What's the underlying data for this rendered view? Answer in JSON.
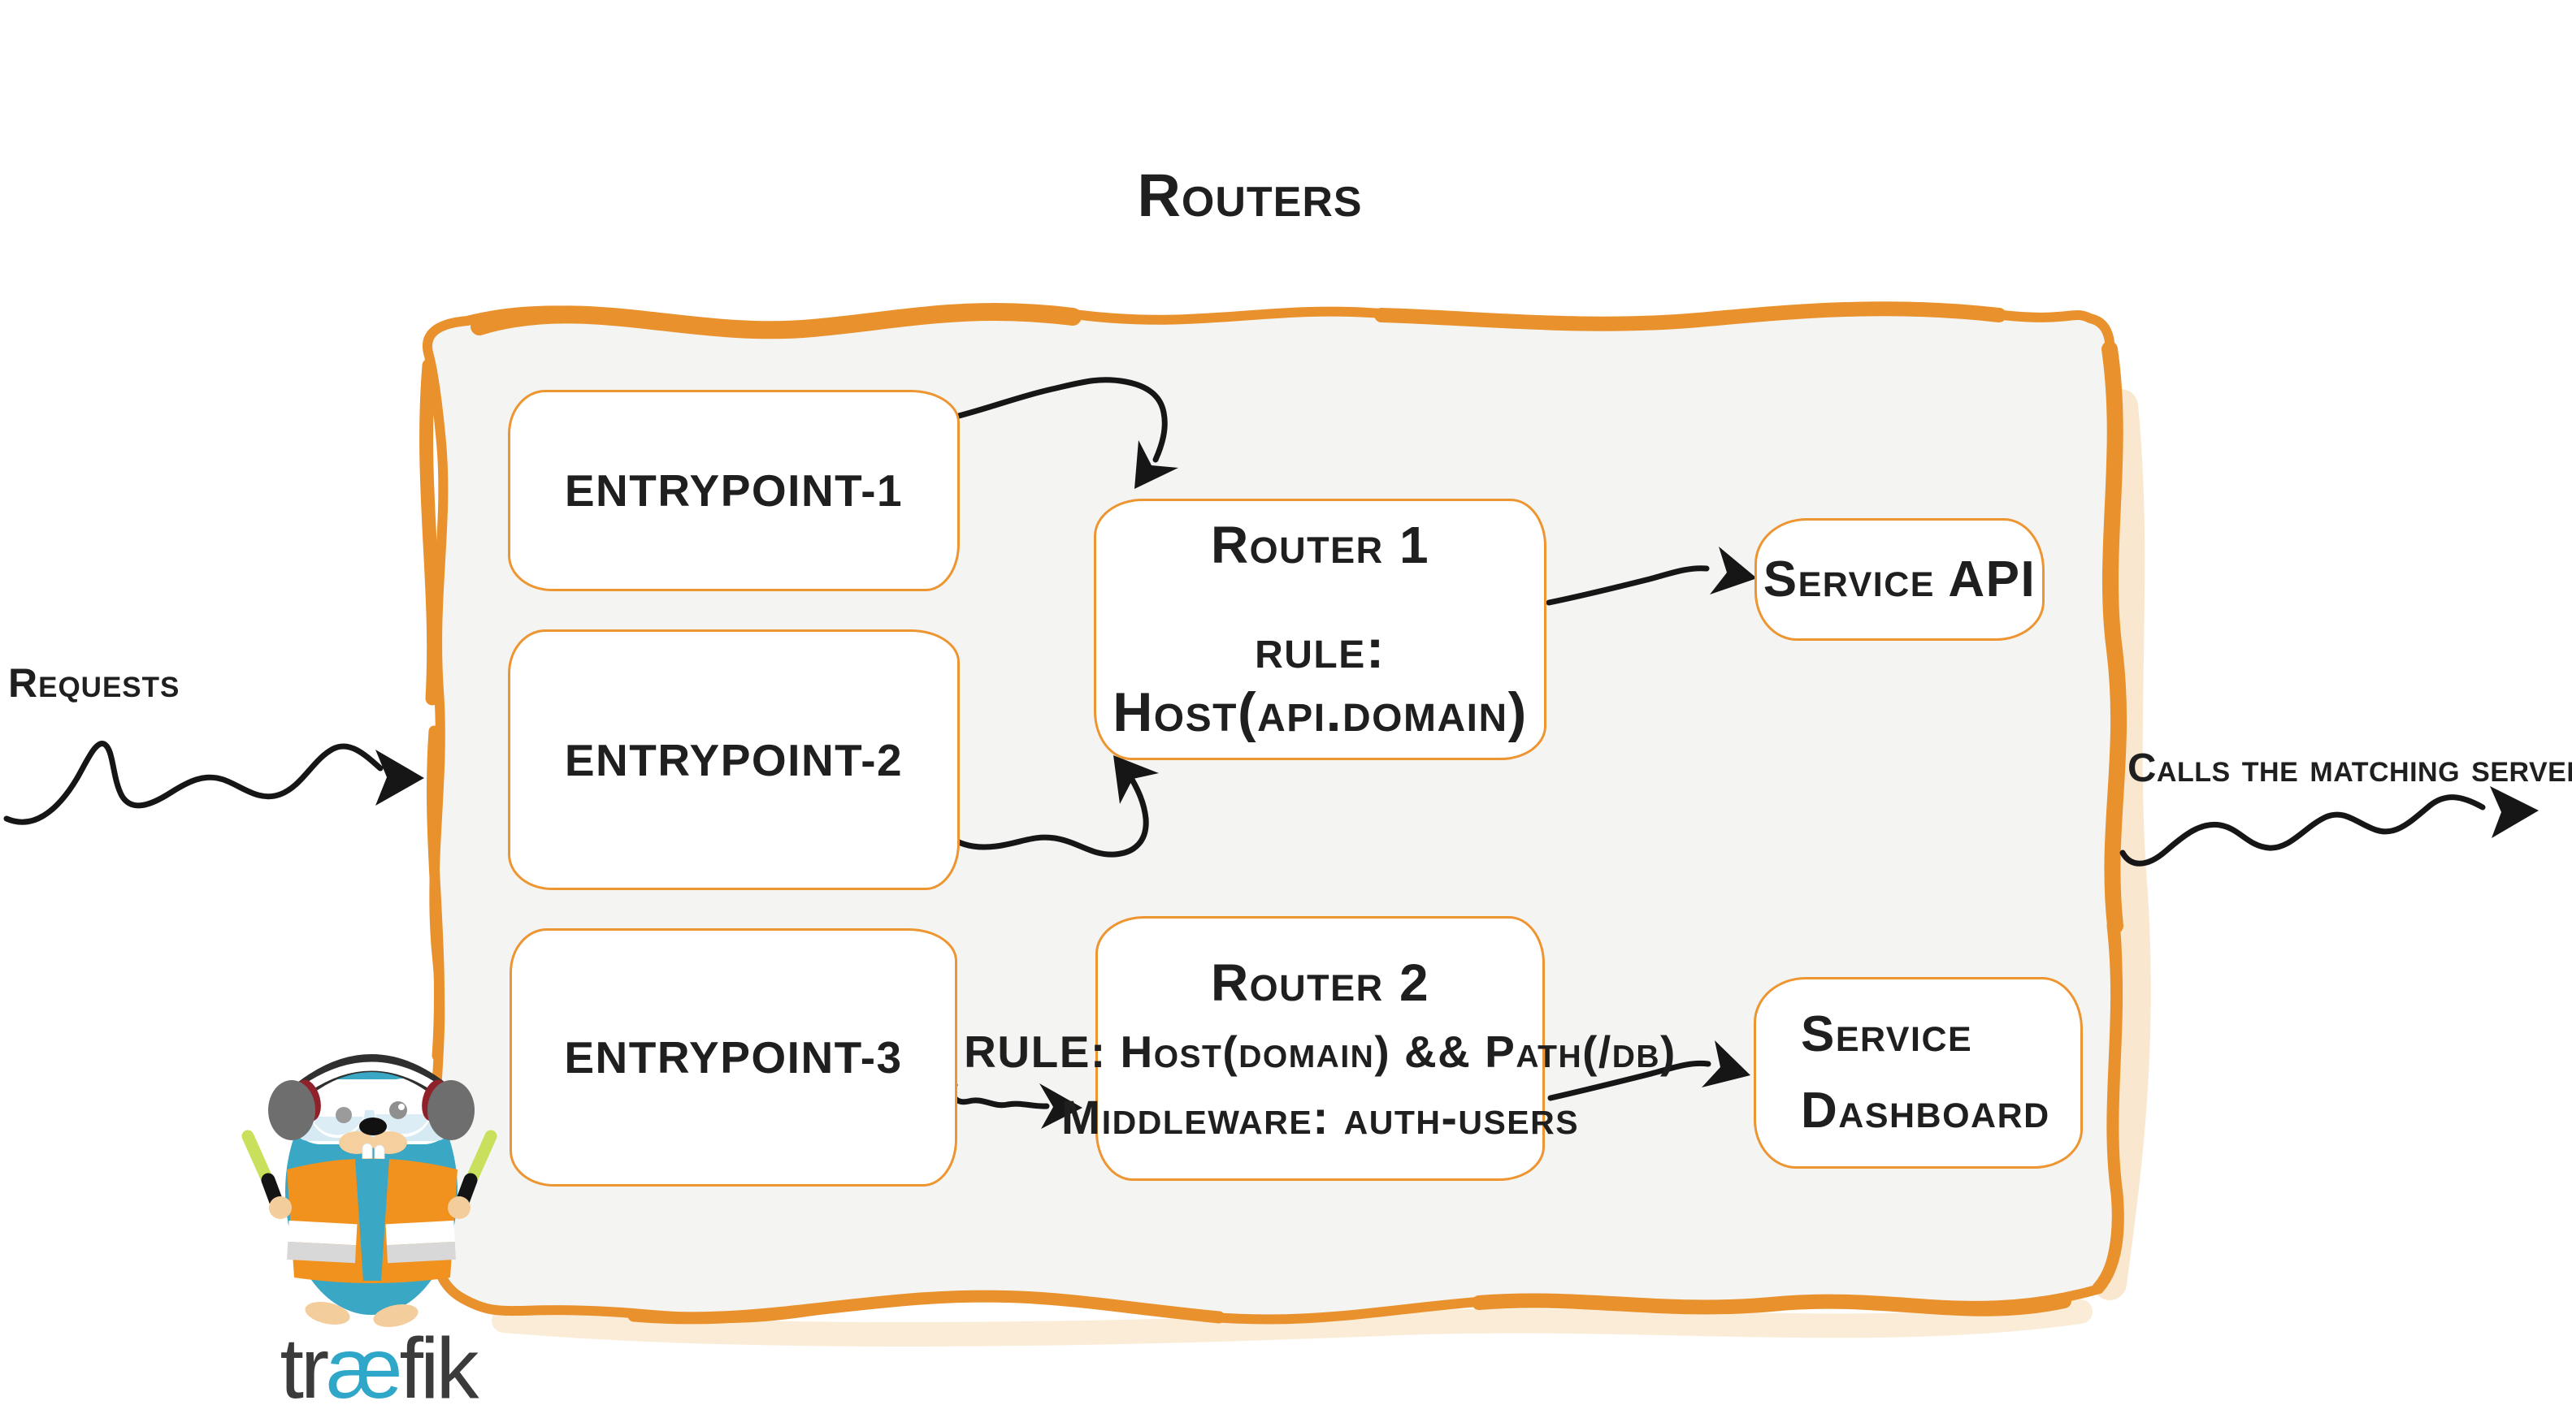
{
  "title": "Routers",
  "labels": {
    "requests": "Requests",
    "calls": "Calls the matching server"
  },
  "entrypoints": [
    {
      "label": "entrypoint-1"
    },
    {
      "label": "entrypoint-2"
    },
    {
      "label": "entrypoint-3"
    }
  ],
  "routers": [
    {
      "title": "Router 1",
      "rule": "rule: Host(api.domain)"
    },
    {
      "title": "Router 2",
      "rule": "RULE: Host(domain) && Path(/db)",
      "middleware": "Middleware: auth-users"
    }
  ],
  "services": [
    {
      "line1": "Service API"
    },
    {
      "line1": "Service",
      "line2": "Dashboard"
    }
  ],
  "logo": {
    "wordmark_pre": "tr",
    "wordmark_ae": "æ",
    "wordmark_post": "fik"
  },
  "colors": {
    "accent_orange": "#E8912D",
    "panel_gray": "#F4F4F2",
    "ink_black": "#1A1A1A",
    "logo_teal": "#3AA7C5",
    "vest_orange": "#F2921E",
    "stick_green": "#C8E05C",
    "logo_text_dark": "#3B3B3B"
  }
}
